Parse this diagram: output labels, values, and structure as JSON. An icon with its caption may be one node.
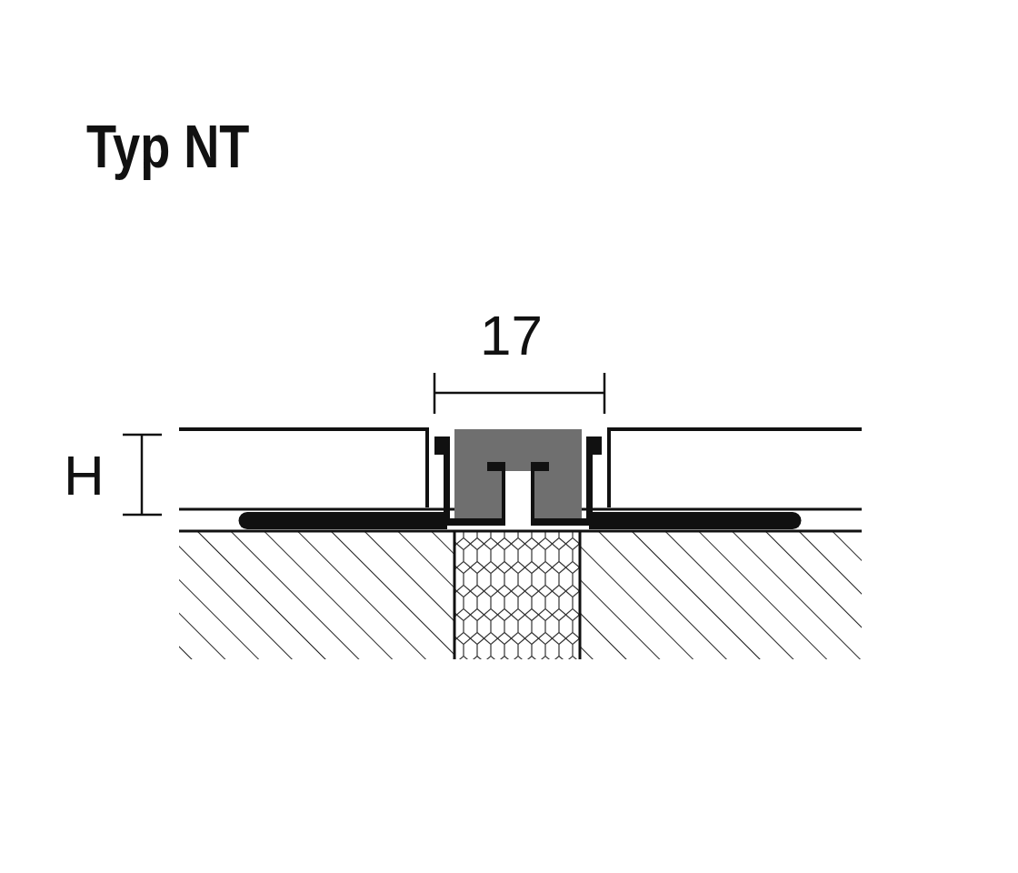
{
  "diagram": {
    "title": "Typ NT",
    "labels": [
      "17",
      "H"
    ]
  }
}
